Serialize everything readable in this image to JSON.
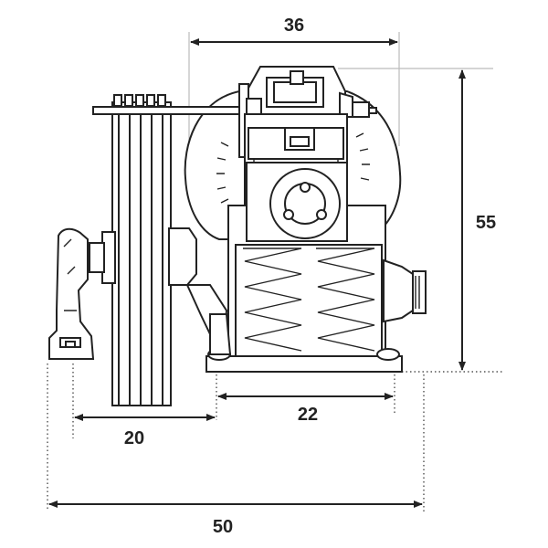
{
  "dimensions": {
    "top_width": "36",
    "height": "55",
    "base_width": "22",
    "pulley_offset": "20",
    "overall_length": "50"
  },
  "colors": {
    "line": "#222222",
    "extension": "#bbbbbb",
    "background": "#ffffff"
  }
}
